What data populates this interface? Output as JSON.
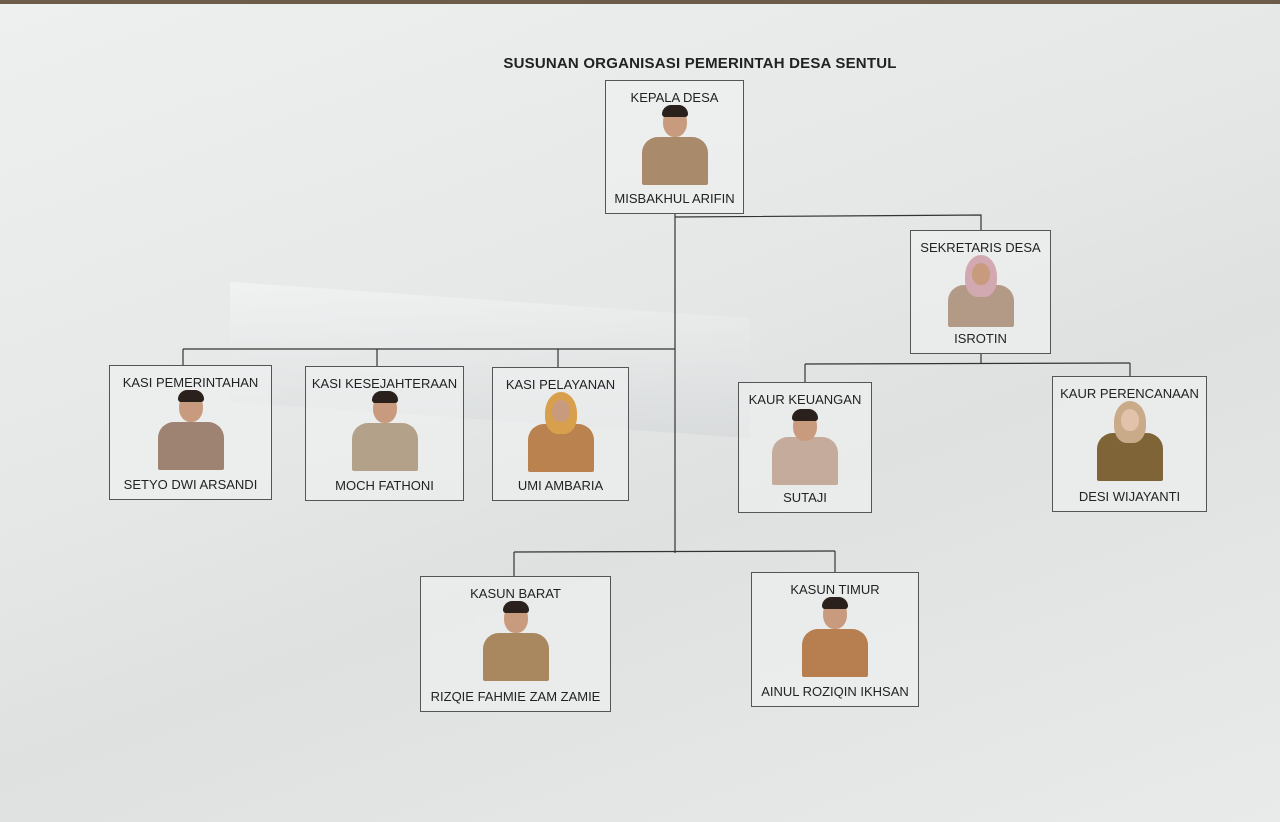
{
  "title": "SUSUNAN ORGANISASI PEMERINTAH DESA SENTUL",
  "positions": {
    "kepala_desa": {
      "role": "KEPALA DESA",
      "name": "MISBAKHUL ARIFIN"
    },
    "sekretaris_desa": {
      "role": "SEKRETARIS DESA",
      "name": "ISROTIN"
    },
    "kasi_pemerintahan": {
      "role": "KASI PEMERINTAHAN",
      "name": "SETYO DWI ARSANDI"
    },
    "kasi_kesejahteraan": {
      "role": "KASI KESEJAHTERAAN",
      "name": "MOCH FATHONI"
    },
    "kasi_pelayanan": {
      "role": "KASI PELAYANAN",
      "name": "UMI AMBARIA"
    },
    "kaur_keuangan": {
      "role": "KAUR KEUANGAN",
      "name": "SUTAJI"
    },
    "kaur_perencanaan": {
      "role": "KAUR PERENCANAAN",
      "name": "DESI WIJAYANTI"
    },
    "kasun_barat": {
      "role": "KASUN BARAT",
      "name": "RIZQIE FAHMIE ZAM ZAMIE"
    },
    "kasun_timur": {
      "role": "KASUN TIMUR",
      "name": "AINUL ROZIQIN IKHSAN"
    }
  },
  "colors": {
    "uniform_khaki": "#a98a6b",
    "uniform_brown": "#b9824f",
    "line": "#333333"
  }
}
